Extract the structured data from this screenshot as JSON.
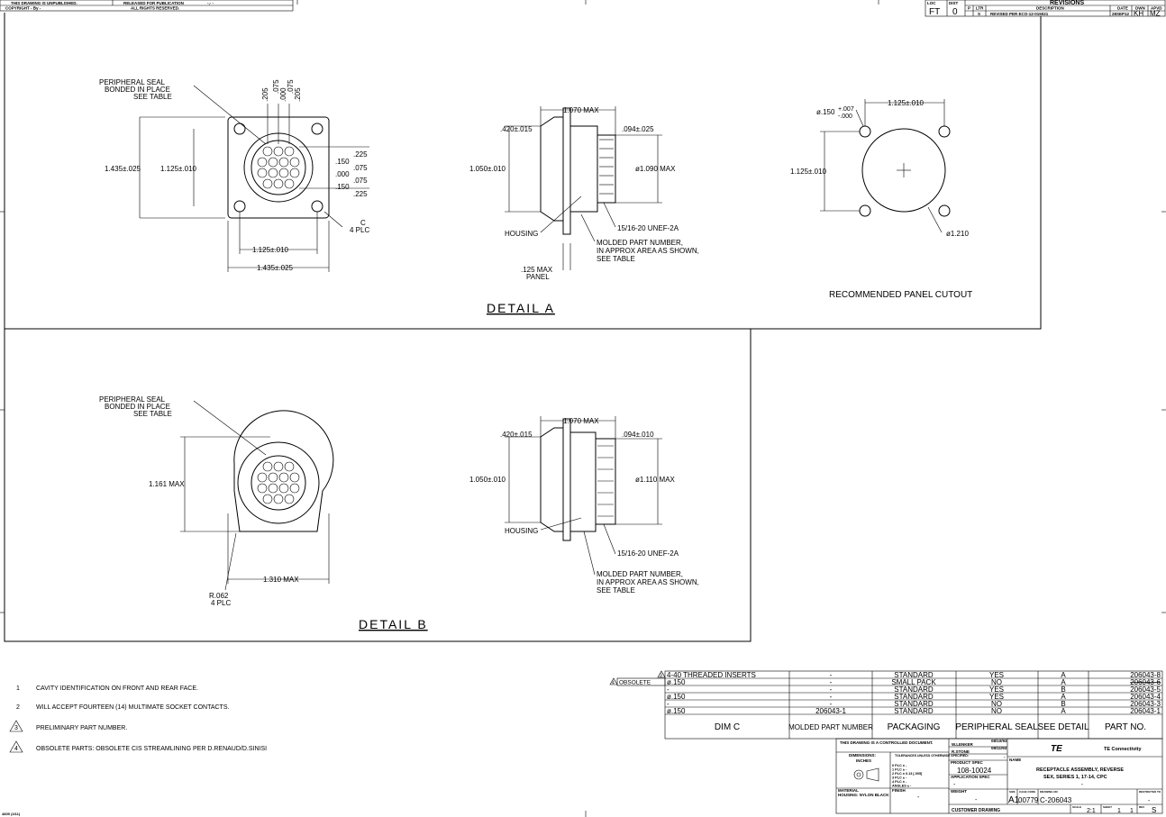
{
  "header": {
    "unpublished": "THIS DRAWING IS UNPUBLISHED.",
    "released": "RELEASED FOR PUBLICATION",
    "release_date": "-,-  -",
    "copyright": "COPYRIGHT  -    By -",
    "rights": "ALL RIGHTS RESERVED."
  },
  "revisions": {
    "title": "REVISIONS",
    "loc_label": "LOC",
    "loc": "FT",
    "dist_label": "DIST",
    "dist": "0",
    "cols": [
      "P",
      "LTR",
      "DESCRIPTION",
      "DATE",
      "DWN",
      "APVD"
    ],
    "row": {
      "ltr": "S",
      "description": "REVISED PER ECO-12-015021",
      "date": "28SEP12",
      "dwn": "KH",
      "apvd": "MZ"
    }
  },
  "detail_a": {
    "title": "DETAIL  A",
    "seal": [
      "PERIPHERAL SEAL",
      "BONDED IN PLACE",
      "SEE TABLE"
    ],
    "top_dims": [
      ".205",
      ".075",
      ".000",
      ".075",
      ".205"
    ],
    "right_dims": [
      ".225",
      ".150",
      ".075",
      ".000",
      ".075",
      ".150",
      ".225"
    ],
    "h_outer": "1.435±.025",
    "h_inner": "1.125±.010",
    "w_inner": "1.125±.010",
    "w_outer": "1.435±.025",
    "c_note": [
      "C",
      "4 PLC"
    ],
    "side_len": "1.070 MAX",
    "side_left": ".420±.015",
    "side_right": ".094±.025",
    "side_h": "1.050±.010",
    "side_dia": "ø1.090 MAX",
    "thread": "15/16-20 UNEF-2A",
    "housing": "HOUSING",
    "molded": [
      "MOLDED PART NUMBER,",
      "IN APPROX AREA AS SHOWN,",
      "SEE TABLE"
    ],
    "panel": [
      ".125 MAX",
      "PANEL"
    ]
  },
  "cutout": {
    "title": "RECOMMENDED PANEL CUTOUT",
    "hole": "ø.150",
    "hole_tol_top": "+.007",
    "hole_tol_bot": "-.000",
    "w": "1.125±.010",
    "h": "1.125±.010",
    "dia": "ø1.210"
  },
  "detail_b": {
    "title": "DETAIL  B",
    "seal": [
      "PERIPHERAL SEAL",
      "BONDED IN PLACE",
      "SEE TABLE"
    ],
    "h": "1.161 MAX",
    "w": "1.310 MAX",
    "r": [
      "R.062",
      "4 PLC"
    ],
    "side_len": "1.070 MAX",
    "side_left": ".420±.015",
    "side_right": ".094±.010",
    "side_h": "1.050±.010",
    "side_dia": "ø1.110 MAX",
    "thread": "15/16-20 UNEF-2A",
    "housing": "HOUSING",
    "molded": [
      "MOLDED PART NUMBER,",
      "IN APPROX AREA AS SHOWN,",
      "SEE TABLE"
    ]
  },
  "notes": [
    {
      "n": "1",
      "text": "CAVITY IDENTIFICATION ON FRONT AND REAR FACE."
    },
    {
      "n": "2",
      "text": "WILL ACCEPT FOURTEEN (14) MULTIMATE SOCKET CONTACTS."
    },
    {
      "n": "3",
      "text": "PRELIMINARY PART NUMBER."
    },
    {
      "n": "4",
      "text": "OBSOLETE PARTS: OBSOLETE CIS STREAMLINING PER D.RENAUD/D.SINISI"
    }
  ],
  "table": {
    "obsolete": "OBSOLETE",
    "flag3": "3",
    "flag4": "4",
    "headers": [
      "DIM C",
      "MOLDED PART NUMBER",
      "PACKAGING",
      "PERIPHERAL SEAL",
      "SEE DETAIL",
      "PART NO."
    ],
    "rows": [
      [
        "4-40 THREADED INSERTS",
        "-",
        "STANDARD",
        "YES",
        "A",
        "206043-8"
      ],
      [
        "ø.150",
        "-",
        "SMALL PACK",
        "NO",
        "A",
        "206043-6"
      ],
      [
        "-",
        "-",
        "STANDARD",
        "YES",
        "B",
        "206043-5"
      ],
      [
        "ø.150",
        "-",
        "STANDARD",
        "YES",
        "A",
        "206043-4"
      ],
      [
        "-",
        "-",
        "STANDARD",
        "NO",
        "B",
        "206043-3"
      ],
      [
        "ø.150",
        "206043-1",
        "STANDARD",
        "NO",
        "A",
        "206043-1"
      ]
    ]
  },
  "title_block": {
    "controlled": "THIS DRAWING IS A CONTROLLED DOCUMENT.",
    "dimensions": "DIMENSIONS:",
    "inches": "INCHES",
    "tolerances": "TOLERANCES UNLESS OTHERWISE SPECIFIED:",
    "tol_lines": [
      "0 PLC   ± -",
      "1 PLC   ± -",
      "2 PLC   ± 0.13 [.005]",
      "3 PLC   ± -",
      "4 PLC   ± -",
      "ANGLES   ± -"
    ],
    "material_label": "MATERIAL",
    "material": "HOUSING: NYLON BLACK",
    "finish_label": "FINISH",
    "finish": "-",
    "dwn": "W.LENKER",
    "dwn_date": "08/10/93",
    "chk": "R.STONE",
    "chk_date": "08/11/93",
    "apvd": "-",
    "product_spec_label": "PRODUCT SPEC",
    "product_spec": "108-10024",
    "app_spec_label": "APPLICATION SPEC",
    "app_spec": "-",
    "weight_label": "WEIGHT",
    "weight": "-",
    "customer": "CUSTOMER DRAWING",
    "company": "TE Connectivity",
    "logo": "TE",
    "name_label": "NAME",
    "name": [
      "RECEPTACLE ASSEMBLY, REVERSE",
      "SEX, SERIES 1, 17-14, CPC",
      "-"
    ],
    "size_label": "SIZE",
    "size": "A1",
    "cage_label": "CAGE CODE",
    "cage": "00779",
    "dwg_label": "DRAWING NO",
    "dwg": "C-206043",
    "restricted_label": "RESTRICTED TO",
    "restricted": "-",
    "scale_label": "SCALE",
    "scale": "2:1",
    "sheet_label": "SHEET",
    "sheet": "1",
    "of": "1",
    "rev_label": "REV",
    "rev": "S"
  },
  "form_id": "4805 (3/11)"
}
